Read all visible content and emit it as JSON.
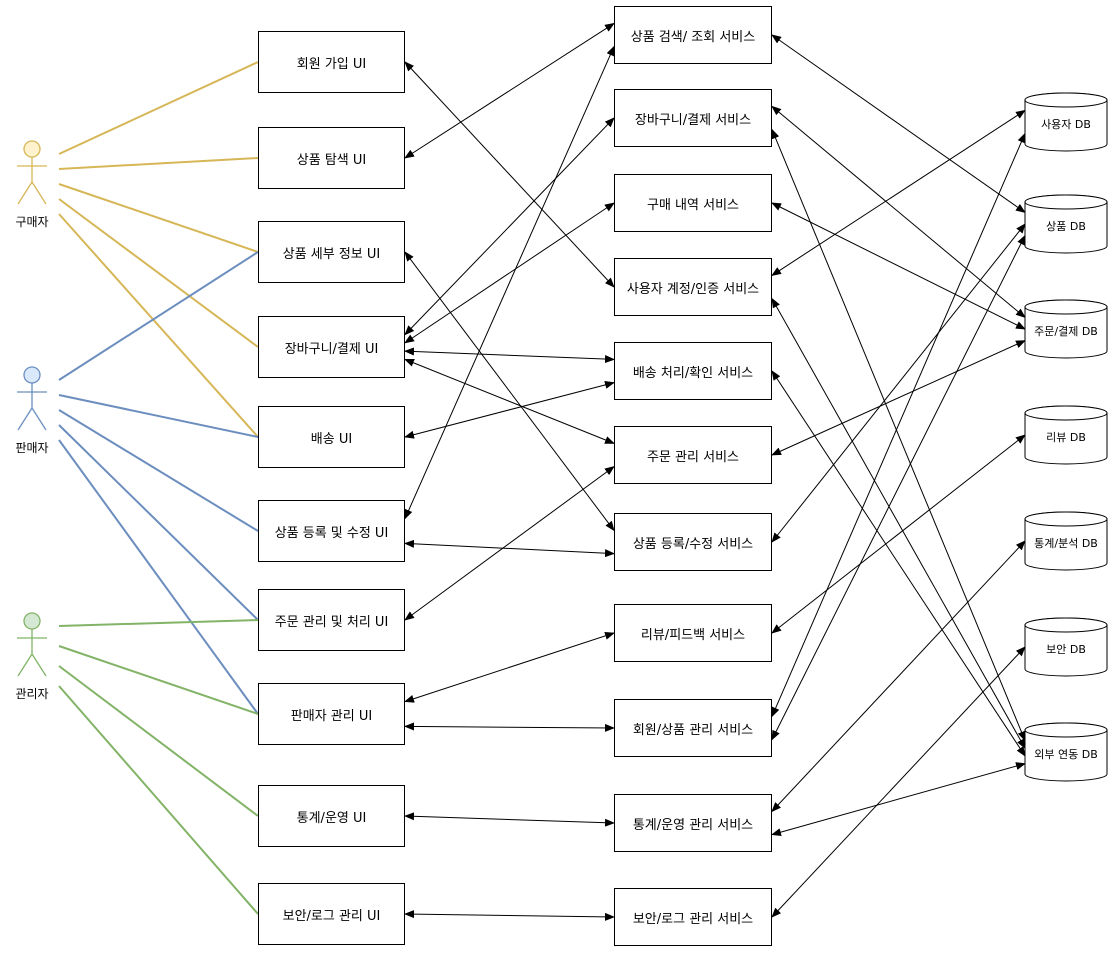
{
  "actors": [
    {
      "id": "buyer",
      "label": "구매자",
      "color": "#d6b656",
      "fill": "#fff2cc"
    },
    {
      "id": "seller",
      "label": "판매자",
      "color": "#6c8ebf",
      "fill": "#dae8fc"
    },
    {
      "id": "admin",
      "label": "관리자",
      "color": "#82b366",
      "fill": "#d5e8d4"
    }
  ],
  "uis": [
    {
      "id": "ui1",
      "label": "회원 가입 UI"
    },
    {
      "id": "ui2",
      "label": "상품 탐색 UI"
    },
    {
      "id": "ui3",
      "label": "상품 세부 정보 UI"
    },
    {
      "id": "ui4",
      "label": "장바구니/결제 UI"
    },
    {
      "id": "ui5",
      "label": "배송 UI"
    },
    {
      "id": "ui6",
      "label": "상품 등록 및 수정 UI"
    },
    {
      "id": "ui7",
      "label": "주문 관리 및 처리 UI"
    },
    {
      "id": "ui8",
      "label": "판매자 관리 UI"
    },
    {
      "id": "ui9",
      "label": "통계/운영 UI"
    },
    {
      "id": "ui10",
      "label": "보안/로그 관리 UI"
    }
  ],
  "services": [
    {
      "id": "s1",
      "label": "상품  검색/ 조회 서비스"
    },
    {
      "id": "s2",
      "label": "장바구니/결제 서비스"
    },
    {
      "id": "s3",
      "label": "구매 내역 서비스"
    },
    {
      "id": "s4",
      "label": "사용자 계정/인증 서비스"
    },
    {
      "id": "s5",
      "label": "배송 처리/확인 서비스"
    },
    {
      "id": "s6",
      "label": "주문 관리 서비스"
    },
    {
      "id": "s7",
      "label": "상품 등록/수정 서비스"
    },
    {
      "id": "s8",
      "label": "리뷰/피드백 서비스"
    },
    {
      "id": "s9",
      "label": "회원/상품 관리 서비스"
    },
    {
      "id": "s10",
      "label": "통계/운영 관리 서비스"
    },
    {
      "id": "s11",
      "label": "보안/로그 관리 서비스"
    }
  ],
  "dbs": [
    {
      "id": "db1",
      "label": "사용자 DB"
    },
    {
      "id": "db2",
      "label": "상품 DB"
    },
    {
      "id": "db3",
      "label": "주문/결제 DB"
    },
    {
      "id": "db4",
      "label": "리뷰 DB"
    },
    {
      "id": "db5",
      "label": "통계/분석 DB"
    },
    {
      "id": "db6",
      "label": "보안 DB"
    },
    {
      "id": "db7",
      "label": "외부 연동 DB"
    }
  ],
  "actor_links": [
    {
      "actor": "buyer",
      "ui": "ui1"
    },
    {
      "actor": "buyer",
      "ui": "ui2"
    },
    {
      "actor": "buyer",
      "ui": "ui3"
    },
    {
      "actor": "buyer",
      "ui": "ui4"
    },
    {
      "actor": "buyer",
      "ui": "ui5"
    },
    {
      "actor": "seller",
      "ui": "ui3"
    },
    {
      "actor": "seller",
      "ui": "ui5"
    },
    {
      "actor": "seller",
      "ui": "ui6"
    },
    {
      "actor": "seller",
      "ui": "ui7"
    },
    {
      "actor": "seller",
      "ui": "ui8"
    },
    {
      "actor": "admin",
      "ui": "ui7"
    },
    {
      "actor": "admin",
      "ui": "ui8"
    },
    {
      "actor": "admin",
      "ui": "ui9"
    },
    {
      "actor": "admin",
      "ui": "ui10"
    }
  ],
  "ui_service_links": [
    {
      "ui": "ui1",
      "service": "s4"
    },
    {
      "ui": "ui2",
      "service": "s1"
    },
    {
      "ui": "ui3",
      "service": "s7"
    },
    {
      "ui": "ui4",
      "service": "s2"
    },
    {
      "ui": "ui4",
      "service": "s3"
    },
    {
      "ui": "ui4",
      "service": "s5"
    },
    {
      "ui": "ui4",
      "service": "s6"
    },
    {
      "ui": "ui5",
      "service": "s5"
    },
    {
      "ui": "ui6",
      "service": "s1"
    },
    {
      "ui": "ui6",
      "service": "s7"
    },
    {
      "ui": "ui7",
      "service": "s6"
    },
    {
      "ui": "ui8",
      "service": "s8"
    },
    {
      "ui": "ui8",
      "service": "s9"
    },
    {
      "ui": "ui9",
      "service": "s10"
    },
    {
      "ui": "ui10",
      "service": "s11"
    }
  ],
  "service_db_links": [
    {
      "service": "s1",
      "db": "db2"
    },
    {
      "service": "s2",
      "db": "db3"
    },
    {
      "service": "s2",
      "db": "db7"
    },
    {
      "service": "s3",
      "db": "db3"
    },
    {
      "service": "s4",
      "db": "db1"
    },
    {
      "service": "s4",
      "db": "db7"
    },
    {
      "service": "s5",
      "db": "db7"
    },
    {
      "service": "s6",
      "db": "db3"
    },
    {
      "service": "s7",
      "db": "db2"
    },
    {
      "service": "s8",
      "db": "db4"
    },
    {
      "service": "s9",
      "db": "db1"
    },
    {
      "service": "s9",
      "db": "db2"
    },
    {
      "service": "s10",
      "db": "db5"
    },
    {
      "service": "s10",
      "db": "db7"
    },
    {
      "service": "s11",
      "db": "db6"
    }
  ]
}
